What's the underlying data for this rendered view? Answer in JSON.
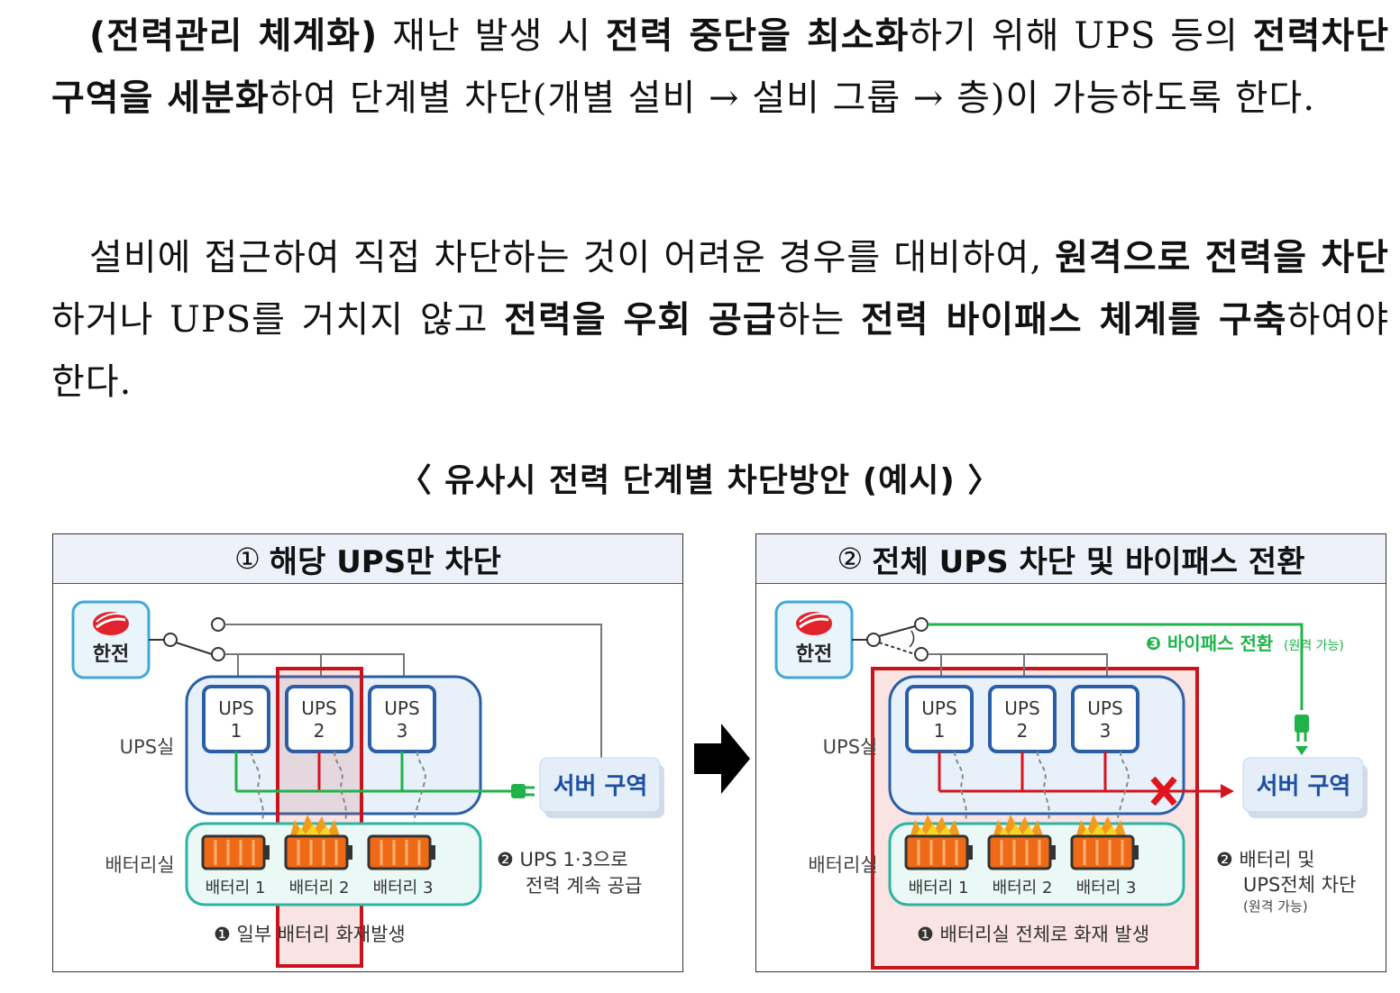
{
  "paragraph1": {
    "t1": "(전력관리 체계화)",
    "t2": " 재난 발생 시 ",
    "t3": "전력 중단을 최소화",
    "t4": "하기 위해 UPS 등의 ",
    "t5": "전력차단구역을 세분화",
    "t6": "하여 단계별 차단(개별 설비 → 설비 그룹 → 층)이 가능하도록 한다."
  },
  "paragraph2": {
    "t1": "설비에 접근하여 직접 차단하는 것이 어려운 경우를 대비하여, ",
    "t2": "원격으로 전력을 차단",
    "t3": "하거나 UPS를 거치지 않고 ",
    "t4": "전력을 우회 공급",
    "t5": "하는 ",
    "t6": "전력 바이패스 체계를 구축",
    "t7": "하여야 한다."
  },
  "caption": "〈 유사시 전력 단계별 차단방안 (예시) 〉",
  "panel1": {
    "num": "①",
    "title": "해당 UPS만 차단",
    "kepco": "한전",
    "ups_room": "UPS실",
    "battery_room": "배터리실",
    "ups": [
      {
        "line1": "UPS",
        "line2": "1"
      },
      {
        "line1": "UPS",
        "line2": "2"
      },
      {
        "line1": "UPS",
        "line2": "3"
      }
    ],
    "batteries": [
      "배터리 1",
      "배터리 2",
      "배터리 3"
    ],
    "server": "서버 구역",
    "note2_line1": "❷ UPS 1·3으로",
    "note2_line2": "전력 계속 공급",
    "note1": "❶ 일부 배터리 화재발생"
  },
  "panel2": {
    "num": "②",
    "title": "전체 UPS 차단 및 바이패스 전환",
    "kepco": "한전",
    "ups_room": "UPS실",
    "battery_room": "배터리실",
    "ups": [
      {
        "line1": "UPS",
        "line2": "1"
      },
      {
        "line1": "UPS",
        "line2": "2"
      },
      {
        "line1": "UPS",
        "line2": "3"
      }
    ],
    "batteries": [
      "배터리 1",
      "배터리 2",
      "배터리 3"
    ],
    "server": "서버 구역",
    "bypass_main": "❸ 바이패스 전환",
    "bypass_sub": "(원격 가능)",
    "note2_line1": "❷ 배터리 및",
    "note2_line2": "UPS전체 차단",
    "note2_line3": "(원격 가능)",
    "note1": "❶ 배터리실 전체로 화재 발생"
  },
  "colors": {
    "green": "#1fb34a",
    "red": "#d7141e",
    "blue": "#2a5fa8",
    "battery_orange": "#ef6a16",
    "kepco_red": "#e1242b"
  }
}
